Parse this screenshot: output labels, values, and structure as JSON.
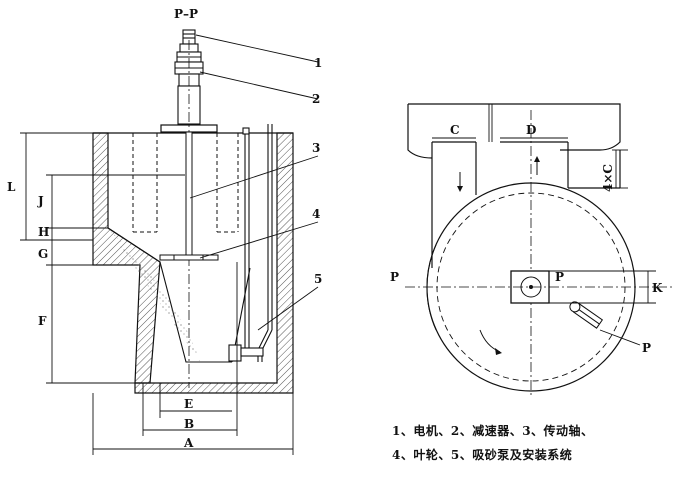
{
  "section_title": "P–P",
  "callouts": [
    "1",
    "2",
    "3",
    "4",
    "5"
  ],
  "dims_left": {
    "L": "L",
    "J": "J",
    "H": "H",
    "G": "G",
    "F": "F",
    "E": "E",
    "B": "B",
    "A": "A"
  },
  "dims_right": {
    "C": "C",
    "D": "D",
    "four_c": "4×C",
    "K": "K"
  },
  "section_marks": {
    "left": "P",
    "center": "P",
    "lower": "P"
  },
  "legend": {
    "line1": "1、电机、2、减速器、3、传动轴、",
    "line2": "4、叶轮、5、吸砂泵及安装系统"
  }
}
